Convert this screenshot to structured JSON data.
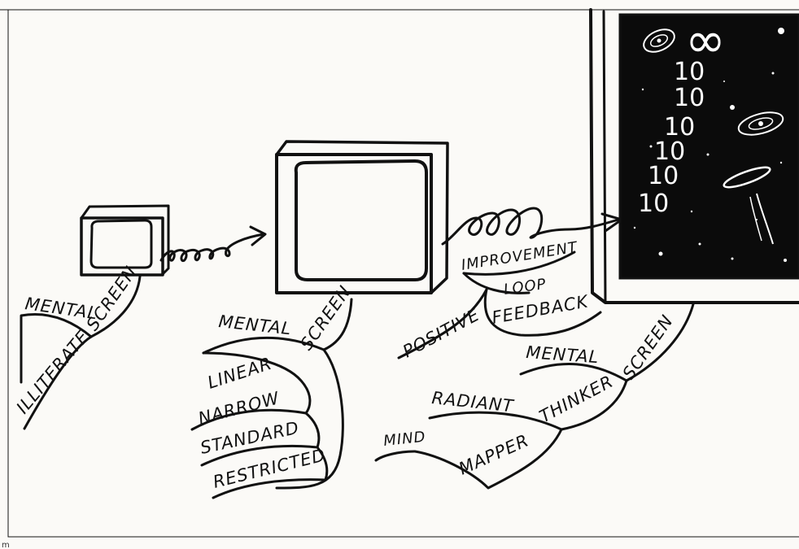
{
  "diagram": {
    "illiterate_screen": {
      "labels": [
        "MENTAL",
        "SCREEN",
        "ILLITERATE"
      ]
    },
    "standard_screen": {
      "labels": [
        "MENTAL",
        "SCREEN",
        "LINEAR",
        "NARROW",
        "STANDARD",
        "RESTRICTED"
      ]
    },
    "feedback_loop": {
      "labels": [
        "IMPROVEMENT",
        "LOOP",
        "POSITIVE",
        "FEEDBACK"
      ]
    },
    "radiant_screen": {
      "labels": [
        "MENTAL",
        "SCREEN",
        "RADIANT",
        "THINKER",
        "MIND",
        "MAPPER"
      ],
      "infinity_symbol": "∞",
      "numbers": [
        "10",
        "10",
        "10",
        "10",
        "10",
        "10"
      ]
    }
  },
  "page_footer_mark": "m"
}
